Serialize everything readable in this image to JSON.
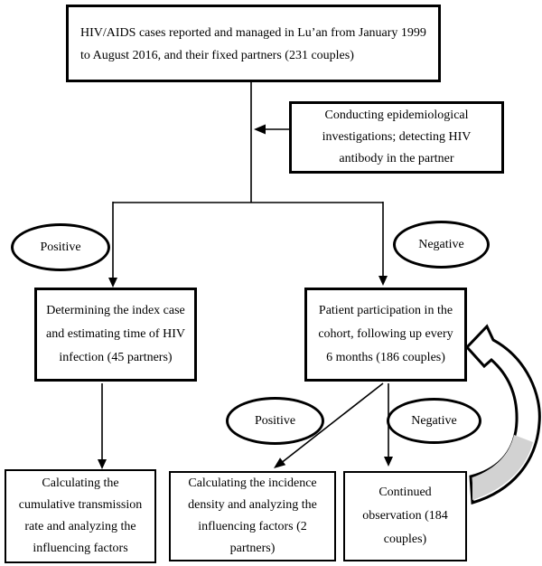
{
  "colors": {
    "line": "#000000",
    "background": "#ffffff",
    "loop_arrow_shade": "#d2d2d2"
  },
  "flowchart": {
    "top_box": {
      "lines": [
        "HIV/AIDS cases reported and managed in Lu’an from January 1999",
        "to August 2016, and their fixed partners (231 couples)"
      ]
    },
    "epi_box": {
      "lines": [
        "Conducting epidemiological",
        "investigations; detecting HIV",
        "antibody in the partner"
      ]
    },
    "index_box": {
      "lines": [
        "Determining the index case",
        "and estimating time of HIV",
        "infection (45 partners)"
      ]
    },
    "cohort_box": {
      "lines": [
        "Patient participation in the",
        "cohort, following up every",
        "6 months (186 couples)"
      ]
    },
    "cumulative_box": {
      "lines": [
        "Calculating the",
        "cumulative transmission",
        "rate and analyzing the",
        "influencing factors"
      ]
    },
    "incidence_box": {
      "lines": [
        "Calculating the incidence",
        "density and analyzing the",
        "influencing factors (2",
        "partners)"
      ]
    },
    "observation_box": {
      "lines": [
        "Continued",
        "observation (184",
        "couples)"
      ]
    },
    "labels": {
      "positive_top": "Positive",
      "negative_top": "Negative",
      "positive_bottom": "Positive",
      "negative_bottom": "Negative"
    }
  }
}
